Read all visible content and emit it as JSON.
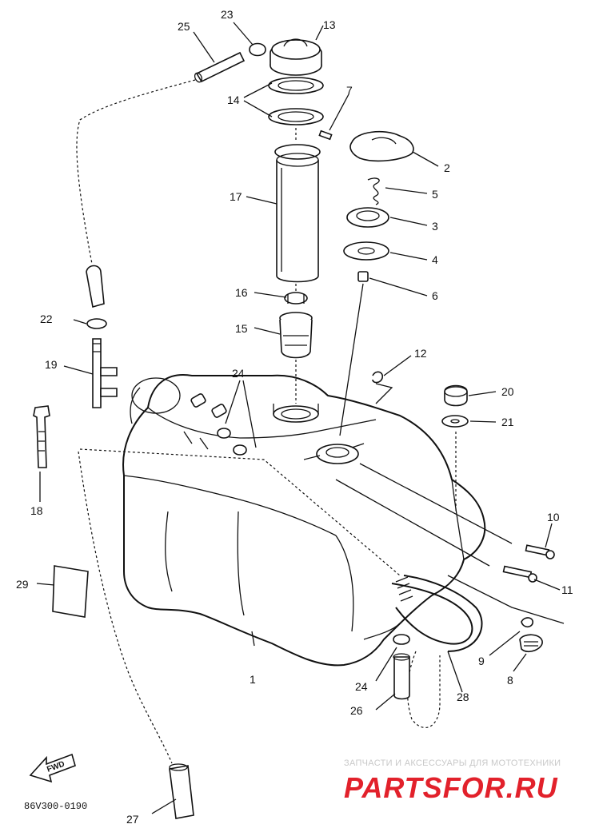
{
  "diagram": {
    "drawing_code": "86V300-0190",
    "fwd_label": "FWD",
    "callouts": [
      {
        "id": "c1",
        "label": "1"
      },
      {
        "id": "c2",
        "label": "2"
      },
      {
        "id": "c3",
        "label": "3"
      },
      {
        "id": "c4",
        "label": "4"
      },
      {
        "id": "c5",
        "label": "5"
      },
      {
        "id": "c6",
        "label": "6"
      },
      {
        "id": "c7",
        "label": "7"
      },
      {
        "id": "c8",
        "label": "8"
      },
      {
        "id": "c9",
        "label": "9"
      },
      {
        "id": "c10",
        "label": "10"
      },
      {
        "id": "c11",
        "label": "11"
      },
      {
        "id": "c12",
        "label": "12"
      },
      {
        "id": "c13",
        "label": "13"
      },
      {
        "id": "c14",
        "label": "14"
      },
      {
        "id": "c15",
        "label": "15"
      },
      {
        "id": "c16",
        "label": "16"
      },
      {
        "id": "c17",
        "label": "17"
      },
      {
        "id": "c18",
        "label": "18"
      },
      {
        "id": "c19",
        "label": "19"
      },
      {
        "id": "c20",
        "label": "20"
      },
      {
        "id": "c21",
        "label": "21"
      },
      {
        "id": "c22",
        "label": "22"
      },
      {
        "id": "c23",
        "label": "23"
      },
      {
        "id": "c24a",
        "label": "24"
      },
      {
        "id": "c24b",
        "label": "24"
      },
      {
        "id": "c25",
        "label": "25"
      },
      {
        "id": "c26",
        "label": "26"
      },
      {
        "id": "c27",
        "label": "27"
      },
      {
        "id": "c28",
        "label": "28"
      },
      {
        "id": "c29",
        "label": "29"
      }
    ]
  },
  "watermark": {
    "tagline": "ЗАПЧАСТИ И АКСЕССУАРЫ ДЛЯ МОТОТЕХНИКИ",
    "brand": "PARTSFOR.RU",
    "brand_color": "#e2212b"
  }
}
